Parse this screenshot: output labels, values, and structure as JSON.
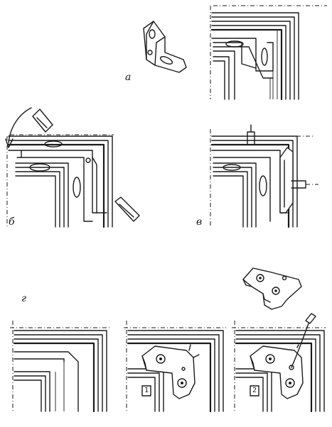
{
  "labels": {
    "a": "а",
    "b": "б",
    "v": "в",
    "g": "г"
  },
  "tags": {
    "step1": "1",
    "step2": "2"
  },
  "colors": {
    "ink": "#1a1a1a",
    "paper": "#ffffff"
  }
}
